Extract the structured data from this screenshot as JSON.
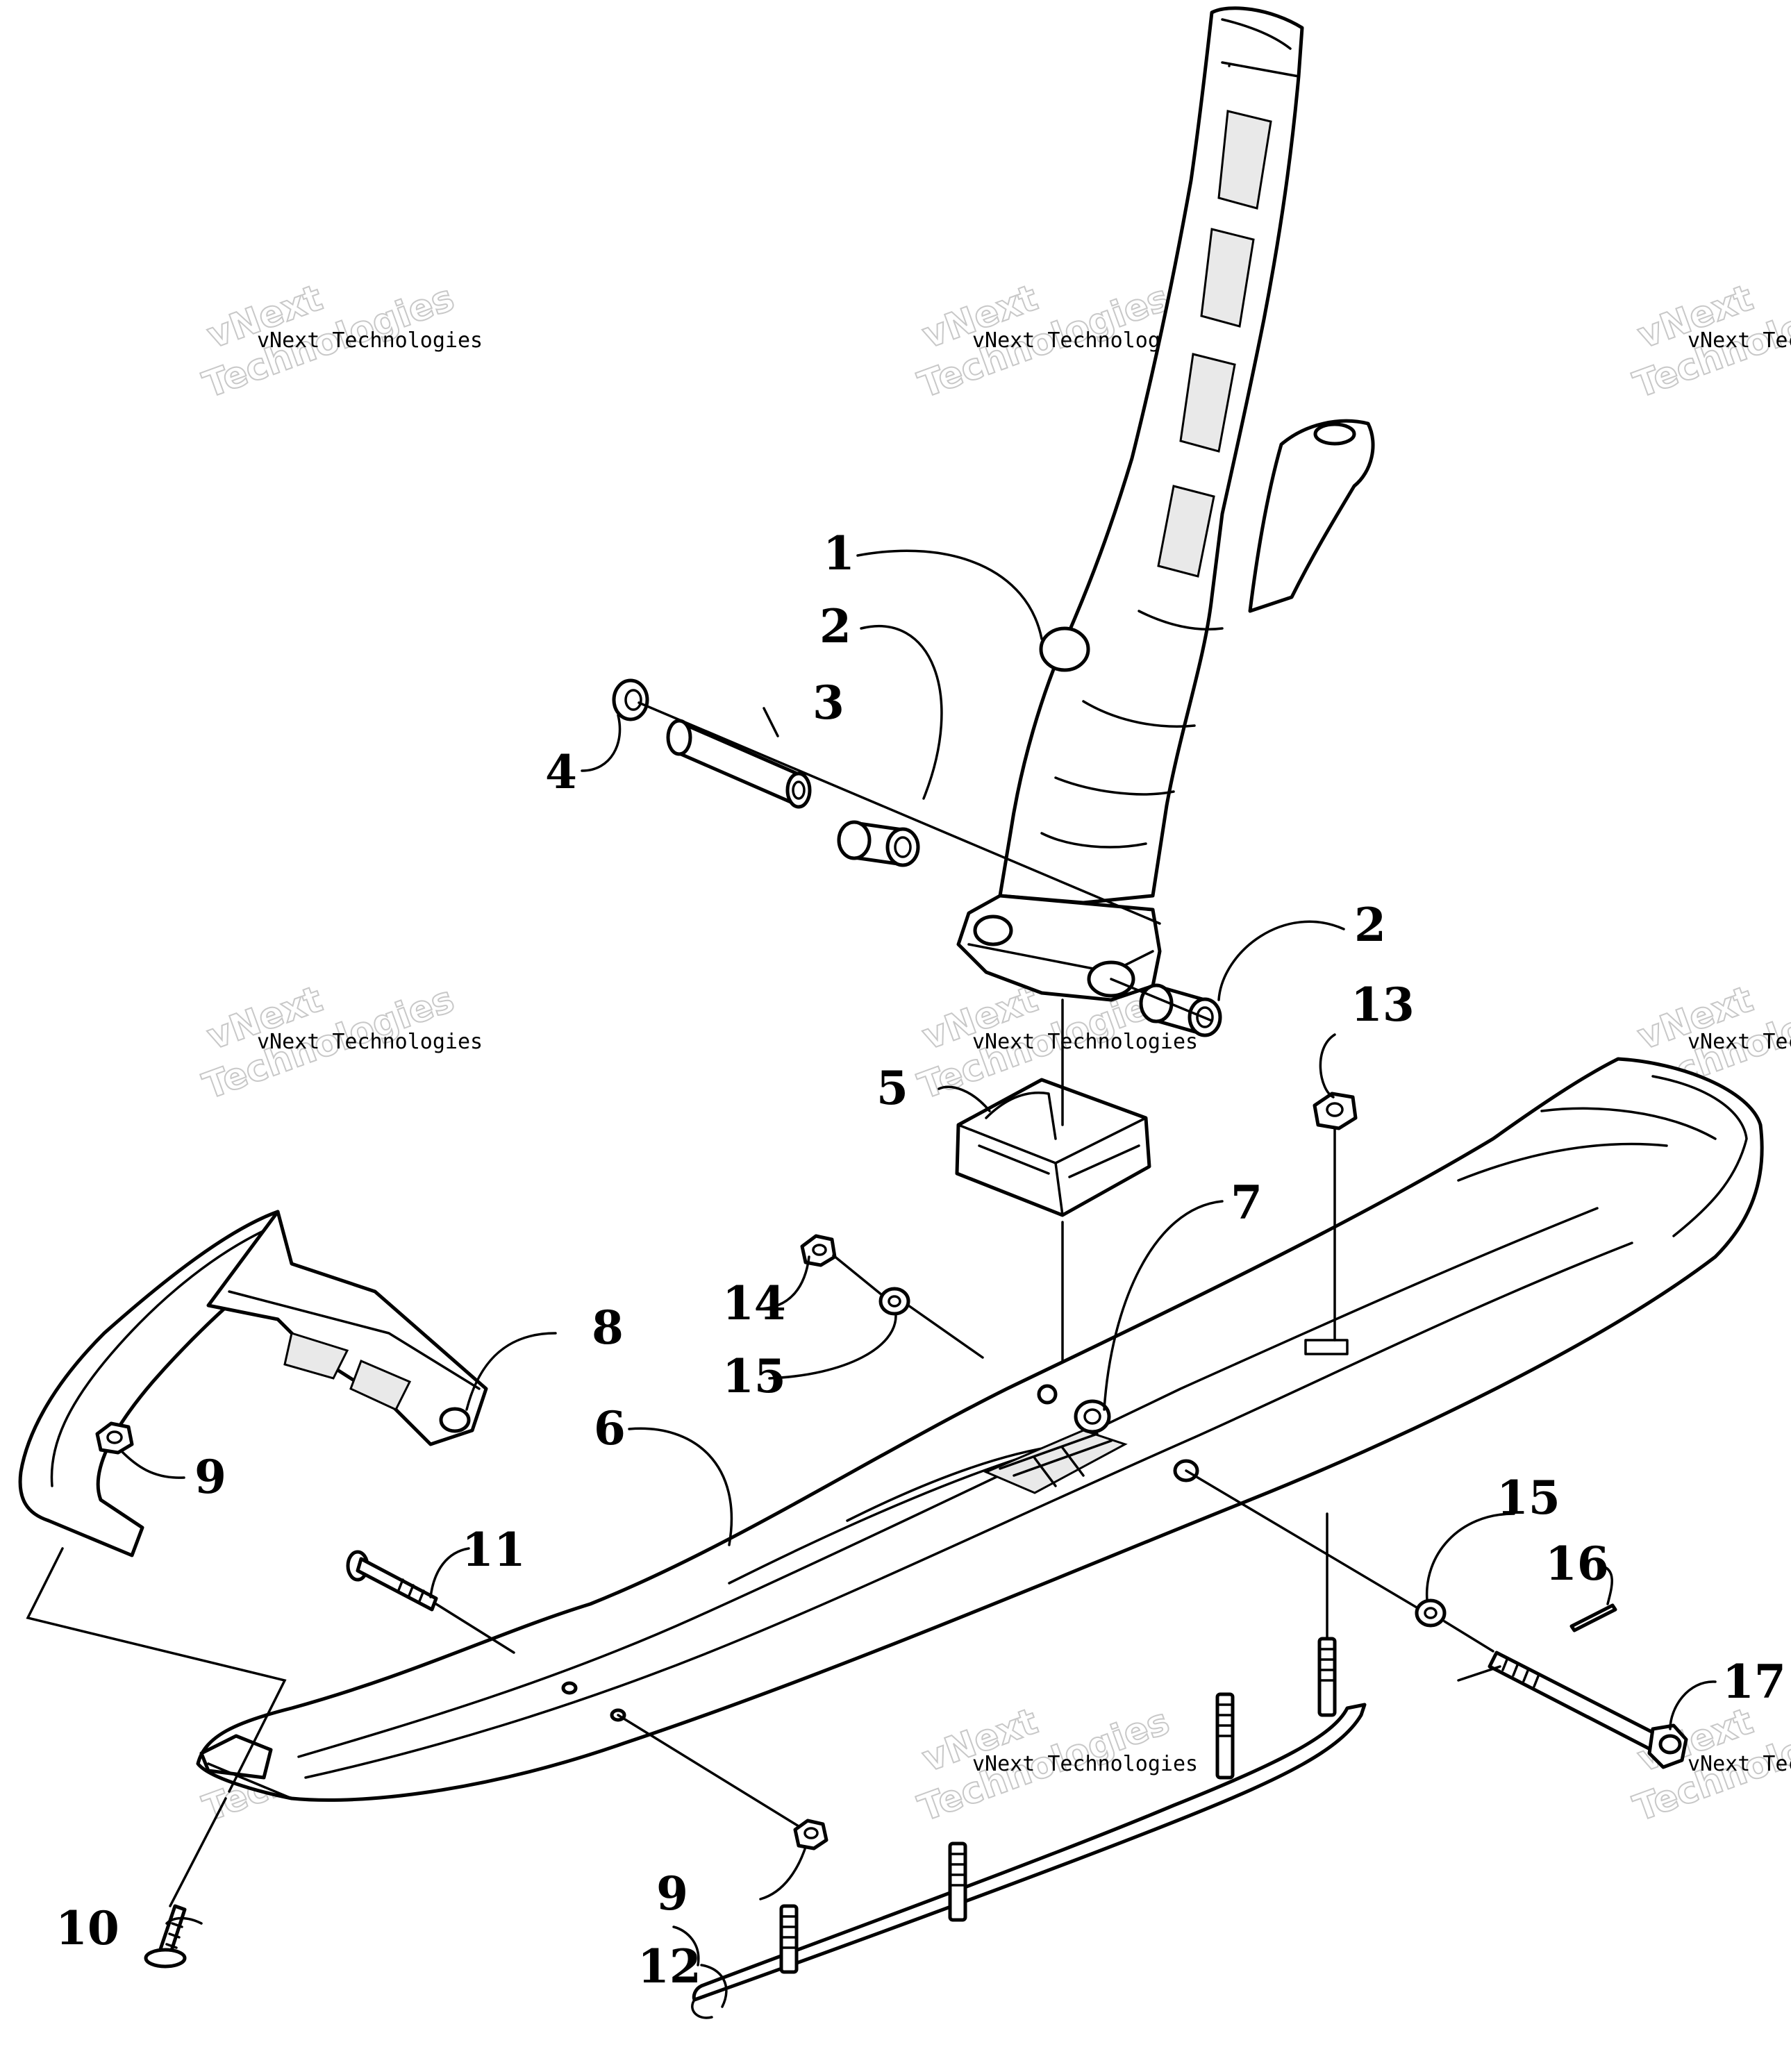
{
  "diagram": {
    "callouts": {
      "c1": "1",
      "c2a": "2",
      "c2b": "2",
      "c3": "3",
      "c4": "4",
      "c5": "5",
      "c6": "6",
      "c7": "7",
      "c8": "8",
      "c9a": "9",
      "c9b": "9",
      "c10": "10",
      "c11": "11",
      "c12": "12",
      "c13": "13",
      "c14": "14",
      "c15a": "15",
      "c15b": "15",
      "c16": "16",
      "c17": "17"
    },
    "watermark": {
      "company": "vNext Technologies",
      "line1": "vNext",
      "line2": "Technologies"
    }
  }
}
